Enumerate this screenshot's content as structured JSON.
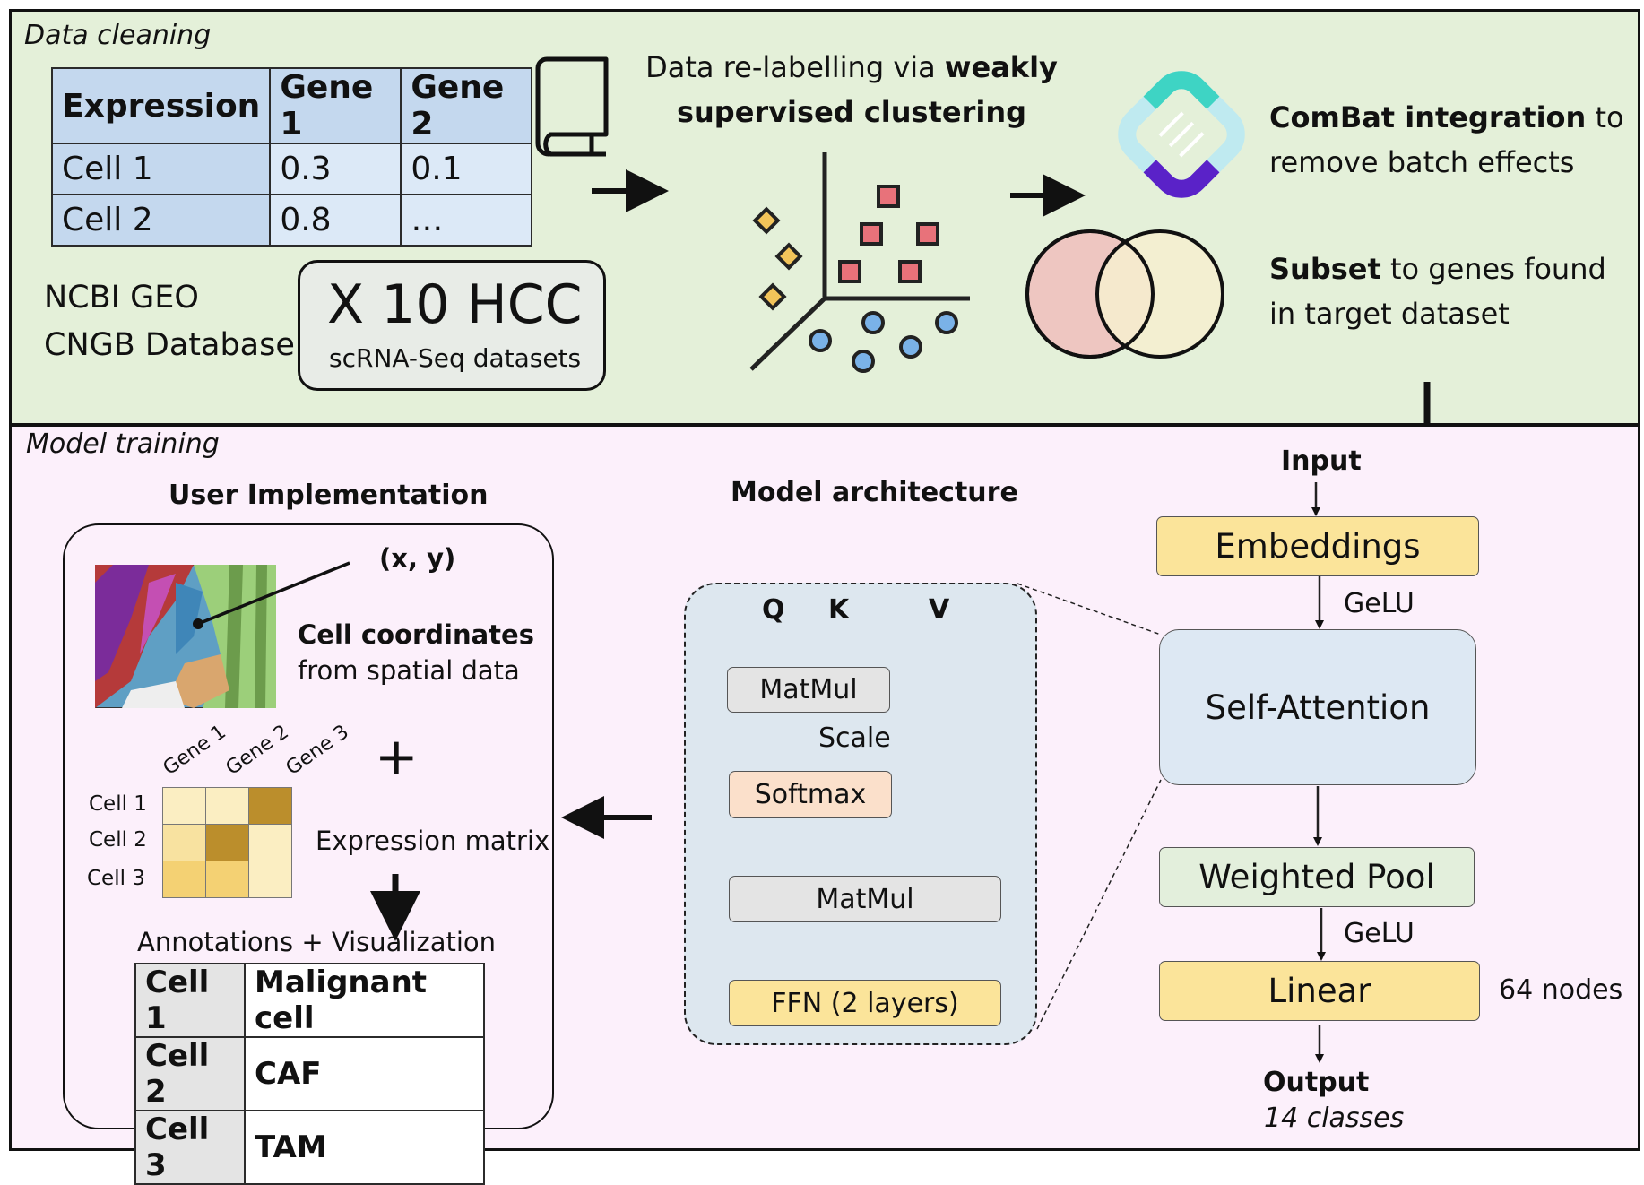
{
  "top_panel": {
    "title": "Data cleaning",
    "expression_table": {
      "header": [
        "Expression",
        "Gene 1",
        "Gene 2"
      ],
      "rows": [
        [
          "Cell 1",
          "0.3",
          "0.1"
        ],
        [
          "Cell 2",
          "0.8",
          "…"
        ]
      ]
    },
    "sources": [
      "NCBI GEO",
      "CNGB Database"
    ],
    "dataset_box": {
      "count": "X 10 HCC",
      "label": "scRNA-Seq datasets"
    },
    "relabel_text": {
      "prefix": "Data re-labelling via ",
      "bold1": "weakly",
      "bold2": "supervised clustering"
    },
    "combat": {
      "bold": "ComBat integration",
      "rest1": " to",
      "rest2": "remove batch effects"
    },
    "subset": {
      "bold": "Subset",
      "rest1": " to genes found",
      "rest2": "in target dataset"
    },
    "colors": {
      "panel_bg": "#e4f0d9",
      "red_point": "#e8727a",
      "blue_point": "#7ab2e8",
      "gold_point": "#f2c45a"
    }
  },
  "bottom_panel": {
    "title": "Model training",
    "user_impl": {
      "title": "User Implementation",
      "coord_label": "(x, y)",
      "cell_coords_bold": "Cell coordinates",
      "cell_coords_rest": "from spatial data",
      "plus": "+",
      "gene_labels": [
        "Gene 1",
        "Gene 2",
        "Gene 3"
      ],
      "cell_labels": [
        "Cell 1",
        "Cell 2",
        "Cell 3"
      ],
      "expression_matrix_label": "Expression matrix",
      "annotations_label": "Annotations + Visualization",
      "annotations": [
        [
          "Cell 1",
          "Malignant cell"
        ],
        [
          "Cell 2",
          "CAF"
        ],
        [
          "Cell 3",
          "TAM"
        ]
      ]
    },
    "model_arch": {
      "title": "Model architecture",
      "q": "Q",
      "k": "K",
      "v": "V",
      "matmul1": "MatMul",
      "scale": "Scale",
      "softmax": "Softmax",
      "matmul2": "MatMul",
      "ffn": "FFN (2 layers)"
    },
    "pipeline": {
      "input": "Input",
      "embeddings": "Embeddings",
      "gelu1": "GeLU",
      "self_attention": "Self-Attention",
      "weighted_pool": "Weighted Pool",
      "gelu2": "GeLU",
      "linear": "Linear",
      "nodes": "64 nodes",
      "output": "Output",
      "classes": "14 classes"
    },
    "colors": {
      "panel_bg": "#fcf0fb",
      "yellow": "#fbe49a",
      "blue_node": "#dde8f3",
      "green_node": "#e3efdc",
      "peach": "#fbe0cb",
      "grey": "#e4e4e4"
    }
  }
}
